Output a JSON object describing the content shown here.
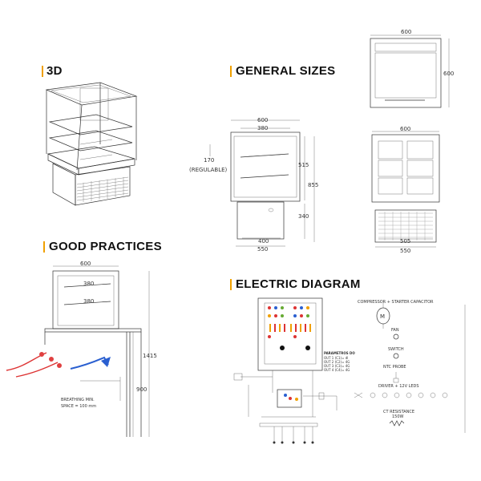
{
  "titles": {
    "three_d": "3D",
    "general_sizes": "GENERAL SIZES",
    "good_practices": "GOOD PRACTICES",
    "electric_diagram": "ELECTRIC DIAGRAM"
  },
  "accent_color": "#f0a000",
  "general_sizes": {
    "top_width": "600",
    "top_height": "600",
    "front_total_width": "600",
    "front_inner_width": "380",
    "shelf_offset": "170",
    "shelf_offset_note": "(REGULABLE)",
    "cabinet_height": "515",
    "total_height": "855",
    "base_height": "340",
    "base_inner_width": "400",
    "base_width": "550",
    "side_width": "600",
    "side_base_inner": "505",
    "side_base_width": "550"
  },
  "good_practices": {
    "width": "600",
    "shelf1": "380",
    "shelf2": "380",
    "total_height": "1415",
    "counter_height": "900",
    "note_line1": "BREATHING MIN.",
    "note_line2": "SPACE = 100 mm"
  },
  "electric": {
    "compressor_label": "COMPRESSOR + STARTER CAPACITOR",
    "fan_label": "FAN",
    "switch_label": "SWITCH",
    "ntc_label": "NTC PROBE",
    "driver_label": "DRIVER + 12V LEDS",
    "ct_label": "CT RESISTANCE",
    "ct_value": "150W",
    "param_title": "PARAMETROS DO",
    "param_lines": [
      "OUT 1 (C1)= dl",
      "OUT 2 (C2)= 4G",
      "OUT 3 (C3)= 4G",
      "OUT 4 (C4)= 4G"
    ]
  }
}
